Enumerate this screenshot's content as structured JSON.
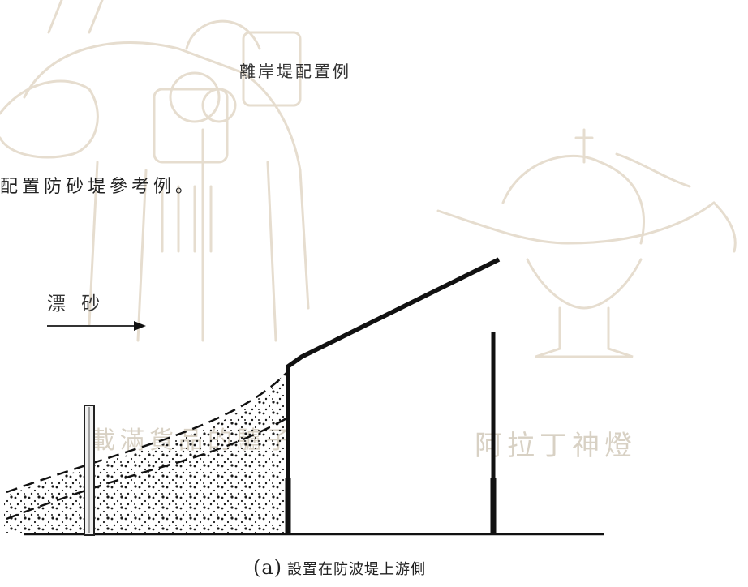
{
  "figure_title": "離岸堤配置例",
  "intro_text": "配置防砂堤參考例。",
  "drift_label": "漂 砂",
  "caption": {
    "label": "(a)",
    "text": "設置在防波堤上游側"
  },
  "watermarks": {
    "donkey_caption": "載滿貨品的驢子",
    "lamp_caption": "阿拉丁神燈"
  },
  "colors": {
    "structure": "#111111",
    "watermark": "#d8d1c4",
    "sand": "#1a1a1a"
  }
}
